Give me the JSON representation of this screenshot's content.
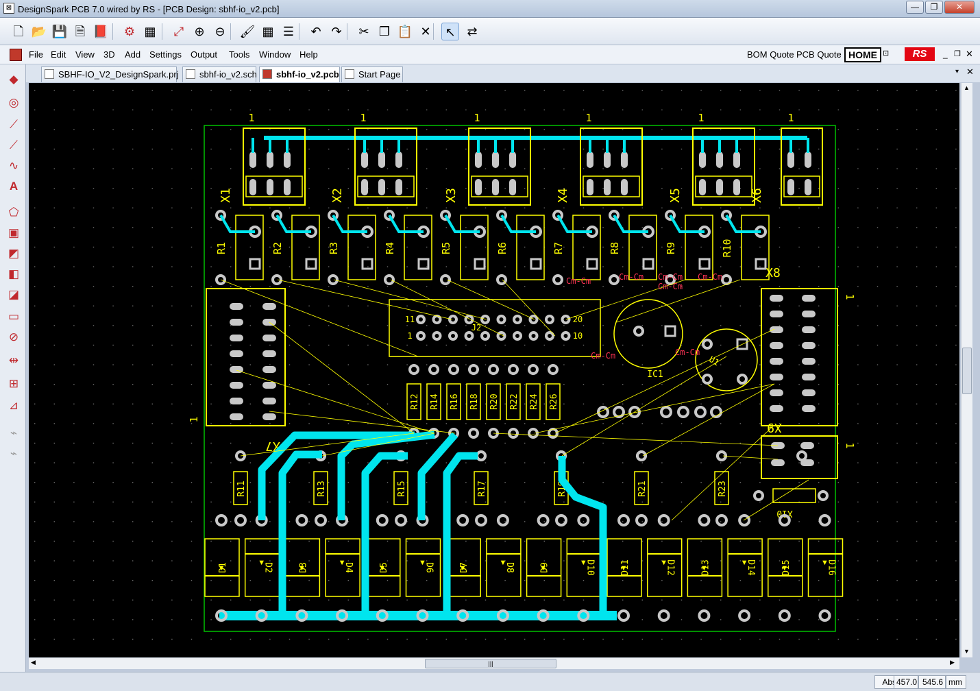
{
  "window": {
    "title": "DesignSpark PCB 7.0 wired by RS - [PCB Design: sbhf-io_v2.pcb]",
    "minimize": "—",
    "restore": "❐",
    "close": "✕"
  },
  "toolbar": {
    "icons": [
      "new-icon",
      "open-icon",
      "save-icon",
      "save-as-icon",
      "book-icon",
      "components-icon",
      "design-check-icon",
      "zoom-fit-icon",
      "zoom-in-icon",
      "zoom-out-icon",
      "paint-icon",
      "grid-icon",
      "properties-icon",
      "undo-icon",
      "redo-icon",
      "cut-icon",
      "copy-icon",
      "paste-icon",
      "delete-icon",
      "select-icon",
      "interaction-icon"
    ]
  },
  "menu": {
    "items": [
      "File",
      "Edit",
      "View",
      "3D",
      "Add",
      "Settings",
      "Output",
      "Tools",
      "Window",
      "Help"
    ],
    "bom_quote": "BOM Quote",
    "pcb_quote": "PCB Quote",
    "home": "HOME",
    "rs": "RS"
  },
  "tabs": [
    "SBHF-IO_V2_DesignSpark.prj",
    "sbhf-io_v2.sch",
    "sbhf-io_v2.pcb",
    "Start Page"
  ],
  "board": {
    "top_connectors": [
      "X1",
      "X2",
      "X3",
      "X4",
      "X5",
      "X6"
    ],
    "pin_one": "1",
    "top_resistors": [
      "R1",
      "R2",
      "R3",
      "R4",
      "R5",
      "R6",
      "R7",
      "R8",
      "R9",
      "R10"
    ],
    "mid_resistors": [
      "R12",
      "R14",
      "R16",
      "R18",
      "R20",
      "R22",
      "R24",
      "R26"
    ],
    "bottom_resistors": [
      "R11",
      "R13",
      "R15",
      "R17",
      "R19",
      "R21",
      "R23"
    ],
    "diodes": [
      "D1",
      "D2",
      "D3",
      "D4",
      "D5",
      "D6",
      "D7",
      "D8",
      "D9",
      "D10",
      "D11",
      "D12",
      "D13",
      "D14",
      "D15",
      "D16"
    ],
    "side_connectors": [
      "X7",
      "X8",
      "X9"
    ],
    "j2": {
      "ref": "J2",
      "pin_labels": [
        "11",
        "1",
        "20",
        "10"
      ]
    },
    "ic": {
      "ref": "IC1",
      "regulator": "U1",
      "crystal": "X10"
    },
    "clearance_labels": [
      "Cm-Cm",
      "Cm-Cm",
      "Cm-Cm",
      "Cm-Cm",
      "Cm-Cm",
      "Cm-Cm",
      "Cm-Cm"
    ]
  },
  "status": {
    "mode": "Abs",
    "x": "457.0",
    "y": "545.6",
    "unit": "mm"
  },
  "colors": {
    "board_bg": "#000000",
    "silk": "#ffff00",
    "copper": "#00e5ee",
    "outline": "#00c000",
    "pad": "#c8c8c8",
    "drc": "#ff3355"
  }
}
